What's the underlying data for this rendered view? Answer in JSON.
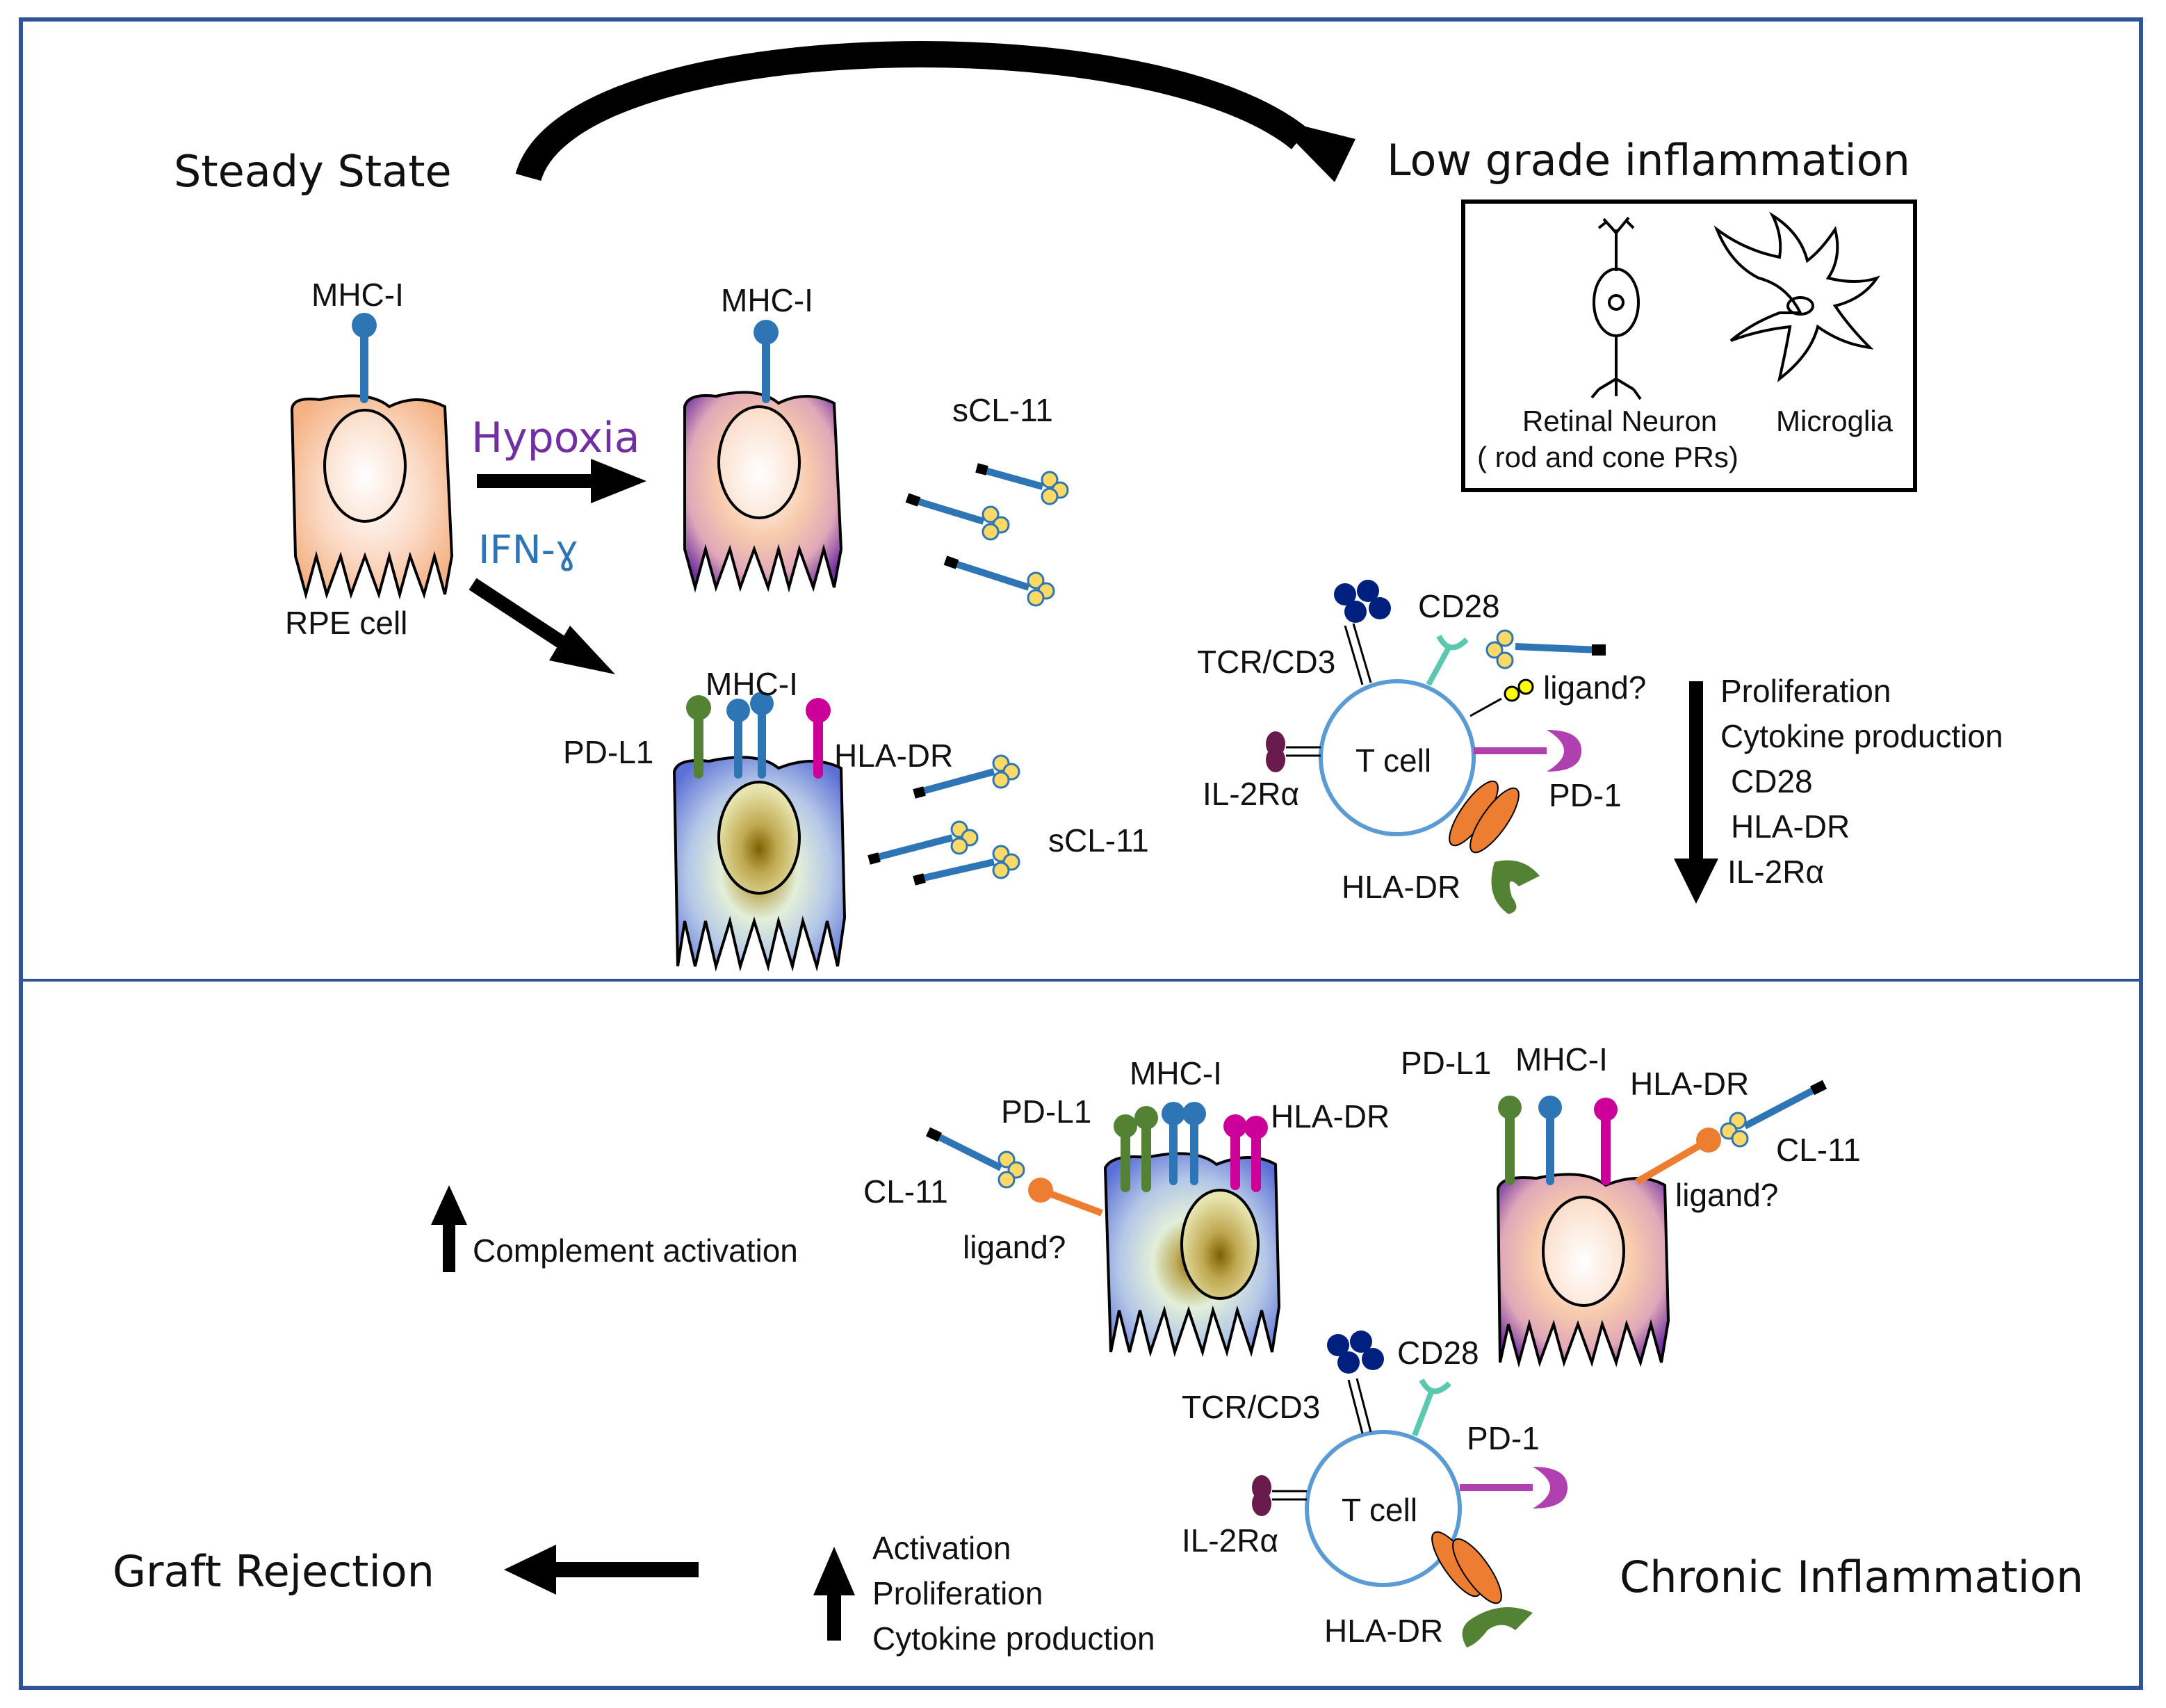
{
  "colors": {
    "frame": "#2f5597",
    "hypoxia_text": "#7030a0",
    "ifn_text": "#2e75b6",
    "mhc_blue": "#2e75b6",
    "pdl1_green": "#548235",
    "hladr_magenta": "#cc0099",
    "tcr_navy": "#002080",
    "cd28_teal": "#5bc8b0",
    "il2r_purple": "#6a1b4d",
    "pd1_purple": "#b040b0",
    "hladr_orange": "#ed7d31",
    "hladr_green": "#548235",
    "ligand_yellow": "#ffff00",
    "ligand_orange": "#ed7d31"
  },
  "titles": {
    "steady_state": "Steady State",
    "low_grade": "Low grade inflammation",
    "chronic": "Chronic Inflammation",
    "graft_rejection": "Graft Rejection"
  },
  "top": {
    "rpe_label": "RPE cell",
    "mhc1_a": "MHC-I",
    "mhc1_b": "MHC-I",
    "mhc1_c": "MHC-I",
    "hypoxia": "Hypoxia",
    "ifn": "IFN-ɣ",
    "scl11_a": "sCL-11",
    "scl11_b": "sCL-11",
    "pdl1": "PD-L1",
    "hladr": "HLA-DR",
    "box_neuron_1": "Retinal Neuron",
    "box_neuron_2": "( rod and cone PRs)",
    "box_microglia": "Microglia",
    "tcell": {
      "name": "T cell",
      "tcr": "TCR/CD3",
      "cd28": "CD28",
      "ligand": "ligand?",
      "pd1": "PD-1",
      "il2r": "IL-2Rα",
      "hladr": "HLA-DR"
    },
    "effects": [
      "Proliferation",
      "Cytokine production",
      "CD28",
      "HLA-DR",
      "IL-2Rα"
    ]
  },
  "bottom": {
    "complement": "Complement activation",
    "left_cell": {
      "mhc1": "MHC-I",
      "pdl1": "PD-L1",
      "hladr": "HLA-DR",
      "cl11": "CL-11",
      "ligand": "ligand?"
    },
    "right_cell": {
      "pdl1": "PD-L1",
      "mhc1": "MHC-I",
      "hladr": "HLA-DR",
      "cl11": "CL-11",
      "ligand": "ligand?"
    },
    "tcell": {
      "name": "T cell",
      "tcr": "TCR/CD3",
      "cd28": "CD28",
      "pd1": "PD-1",
      "il2r": "IL-2Rα",
      "hladr": "HLA-DR"
    },
    "effects": [
      "Activation",
      "Proliferation",
      "Cytokine production"
    ]
  }
}
